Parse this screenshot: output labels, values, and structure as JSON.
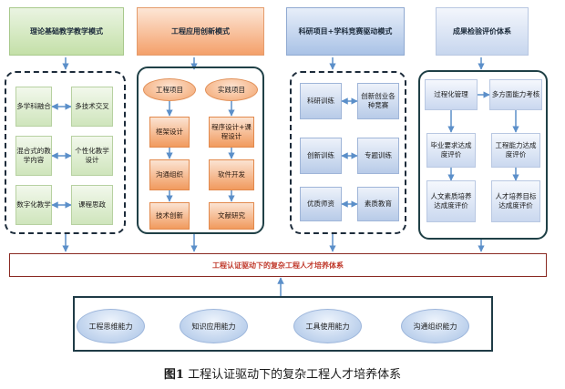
{
  "headers": [
    "理论基础教学教学模式",
    "工程应用创新模式",
    "科研项目+学科竞赛驱动模式",
    "成果检验评价体系"
  ],
  "group1": {
    "cells": [
      "多学科融合",
      "多技术交叉",
      "混合式的教学内容",
      "个性化教学设计",
      "数字化教学",
      "课程思政"
    ]
  },
  "group2": {
    "ovals": [
      "工程项目",
      "实践项目"
    ],
    "left": [
      "框架设计",
      "沟通组织",
      "技术创新"
    ],
    "right": [
      "程序设计+课程设计",
      "软件开发",
      "文献研究"
    ]
  },
  "group3": {
    "cells": [
      "科研训练",
      "创新创业各种竞赛",
      "创新训练",
      "专题训练",
      "优质师资",
      "素质教育"
    ]
  },
  "group4": {
    "cells": [
      "过程化管理",
      "多方面能力考核",
      "毕业要求达成度评价",
      "工程能力达成度评价",
      "人文素质培养达成度评价",
      "人才培养目标达成度评价"
    ]
  },
  "banner": "工程认证驱动下的复杂工程人才培养体系",
  "abilities": [
    "工程思维能力",
    "知识应用能力",
    "工具使用能力",
    "沟通组织能力"
  ],
  "caption": {
    "figure": "图1",
    "title": "工程认证驱动下的复杂工程人才培养体系"
  },
  "colors": {
    "banner_text": "#c0392b",
    "arrow": "#5b8fc9",
    "frame": "#1f3b46"
  }
}
